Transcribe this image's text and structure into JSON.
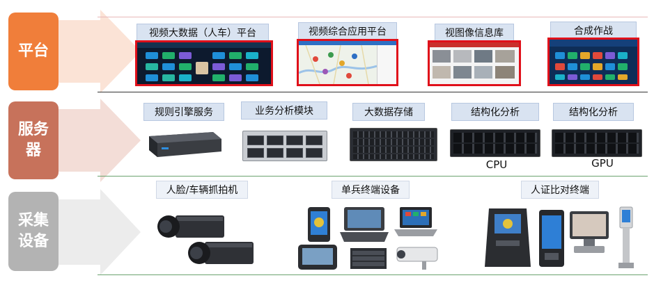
{
  "tiers": [
    {
      "id": "platform",
      "label": "平台",
      "color": "#f07e3a"
    },
    {
      "id": "server",
      "label": "服务\n器",
      "color": "#c7725b"
    },
    {
      "id": "collect",
      "label": "采集\n设备",
      "color": "#b3b3b3"
    }
  ],
  "platforms": [
    {
      "label": "视频大数据（人车）平台",
      "screen": "dark-tile-dashboard"
    },
    {
      "label": "视频综合应用平台",
      "screen": "map-view"
    },
    {
      "label": "视图像信息库",
      "screen": "image-gallery"
    },
    {
      "label": "合成作战",
      "screen": "tile-dashboard"
    }
  ],
  "servers": [
    {
      "label": "规则引擎服务",
      "caption": ""
    },
    {
      "label": "业务分析模块",
      "caption": ""
    },
    {
      "label": "大数据存储",
      "caption": ""
    },
    {
      "label": "结构化分析",
      "caption": "CPU"
    },
    {
      "label": "结构化分析",
      "caption": "GPU"
    }
  ],
  "devices": [
    {
      "label": "人脸/车辆抓拍机"
    },
    {
      "label": "单兵终端设备"
    },
    {
      "label": "人证比对终端"
    }
  ],
  "colors": {
    "accent_red": "#e0101a",
    "badge_fill": "#d9e3f1",
    "divider_green": "#4b9e5a",
    "divider_red": "#d24a4a"
  }
}
